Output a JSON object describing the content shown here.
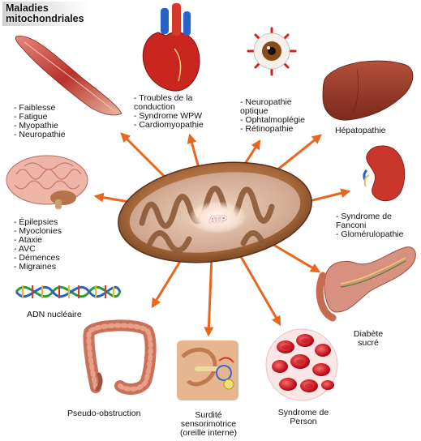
{
  "title": {
    "line1": "Maladies",
    "line2": "mitochondriales"
  },
  "center_label": "ATP",
  "organs": {
    "muscle": {
      "items": [
        "Faiblesse",
        "Fatigue",
        "Myopathie",
        "Neuropathie"
      ]
    },
    "heart": {
      "items": [
        "Troubles de la conduction",
        "Syndrome WPW",
        "Cardiomyopathie"
      ]
    },
    "eye": {
      "items": [
        "Neuropathie optique",
        "Ophtalmoplégie",
        "Rétinopathie"
      ]
    },
    "liver": {
      "label": "Hépatopathie"
    },
    "brain": {
      "items": [
        "Épilepsies",
        "Myoclonies",
        "Ataxie",
        "AVC",
        "Démences",
        "Migraines"
      ]
    },
    "kidney": {
      "items": [
        "Syndrome de Fanconi",
        "Glomérulopathie"
      ]
    },
    "dna": {
      "label": "ADN nucléaire"
    },
    "pancreas": {
      "label_line1": "Diabète",
      "label_line2": "sucré"
    },
    "colon": {
      "label": "Pseudo-obstruction"
    },
    "ear": {
      "label_line1": "Surdité",
      "label_line2": "sensorimotrice",
      "label_line3": "(oreille interne)"
    },
    "blood": {
      "label_line1": "Syndrome de",
      "label_line2": "Person"
    }
  },
  "colors": {
    "arrow": "#e8661e",
    "mito_outer": "#c08a4a",
    "mito_inner": "#8c5a38"
  }
}
